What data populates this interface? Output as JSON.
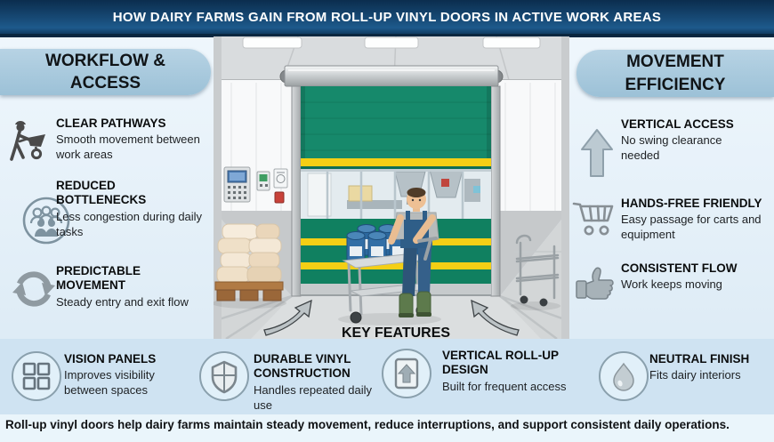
{
  "title": "HOW DAIRY FARMS GAIN FROM ROLL-UP VINYL DOORS IN ACTIVE WORK AREAS",
  "colors": {
    "banner_blue": "#15446e",
    "pill_blue": "#a9c9dd",
    "strip_blue": "#cfe3f2",
    "caption_blue": "#eaf5fb",
    "door_green": "#16896b",
    "stripe_yellow": "#f4cf15"
  },
  "left_section": {
    "title_line1": "WORKFLOW &",
    "title_line2": "ACCESS",
    "items": [
      {
        "icon": "worker-wheelbarrow-icon",
        "heading": "CLEAR PATHWAYS",
        "body": "Smooth movement between work areas"
      },
      {
        "icon": "people-group-icon",
        "heading": "REDUCED BOTTLENECKS",
        "body": "Less congestion during daily tasks"
      },
      {
        "icon": "cycle-arrows-icon",
        "heading": "PREDICTABLE MOVEMENT",
        "body": "Steady entry and exit flow"
      }
    ]
  },
  "right_section": {
    "title_line1": "MOVEMENT",
    "title_line2": "EFFICIENCY",
    "items": [
      {
        "icon": "up-arrow-icon",
        "heading": "VERTICAL ACCESS",
        "body": "No swing clearance needed"
      },
      {
        "icon": "cart-icon",
        "heading": "HANDS-FREE FRIENDLY",
        "body": "Easy passage for carts and equipment"
      },
      {
        "icon": "thumbs-up-icon",
        "heading": "CONSISTENT FLOW",
        "body": "Work keeps moving"
      }
    ]
  },
  "key_features": {
    "title": "KEY FEATURES",
    "items": [
      {
        "icon": "vision-panels-icon",
        "heading": "VISION PANELS",
        "body": "Improves visibility between spaces"
      },
      {
        "icon": "shield-icon",
        "heading": "DURABLE VINYL CONSTRUCTION",
        "body": "Handles repeated daily use"
      },
      {
        "icon": "roll-up-arrow-icon",
        "heading": "VERTICAL ROLL-UP DESIGN",
        "body": "Built for frequent access"
      },
      {
        "icon": "droplet-icon",
        "heading": "NEUTRAL FINISH",
        "body": "Fits dairy interiors"
      }
    ]
  },
  "caption": "Roll-up vinyl doors help dairy farms maintain steady movement, reduce interruptions, and support consistent daily operations.",
  "scene": {
    "alt": "Worker in overalls pushing a cart of blue milk cans through an open green roll-up vinyl door with yellow stripes in a dairy facility"
  }
}
